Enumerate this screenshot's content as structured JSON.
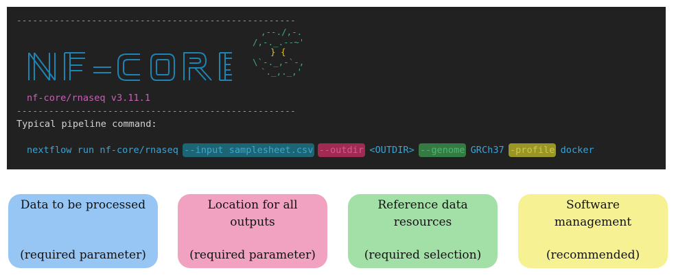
{
  "terminal": {
    "separator": "----------------------------------------------------",
    "logo_text": "NF-CORE",
    "logo_apple": [
      ",--./,-.",
      "/,-._.--~'",
      "} {",
      "\\`-._,-`-,",
      "`._,._,'"
    ],
    "version": "nf-core/rnaseq v3.11.1",
    "typical_label": "Typical pipeline command:",
    "command": {
      "base": "nextflow run nf-core/rnaseq",
      "input_flag": "--input samplesheet.csv",
      "outdir_flag": "--outdir",
      "outdir_value": "<OUTDIR>",
      "genome_flag": "--genome",
      "genome_value": "GRCh37",
      "profile_flag": "-profile",
      "profile_value": "docker"
    }
  },
  "cards": [
    {
      "title": "Data to be processed",
      "note": "(required parameter)",
      "color": "#97c6f4"
    },
    {
      "title": "Location for all outputs",
      "note": "(required parameter)",
      "color": "#f1a2c0"
    },
    {
      "title": "Reference data resources",
      "note": "(required selection)",
      "color": "#a3e0a7"
    },
    {
      "title": "Software management",
      "note": "(recommended)",
      "color": "#f6f192"
    }
  ]
}
